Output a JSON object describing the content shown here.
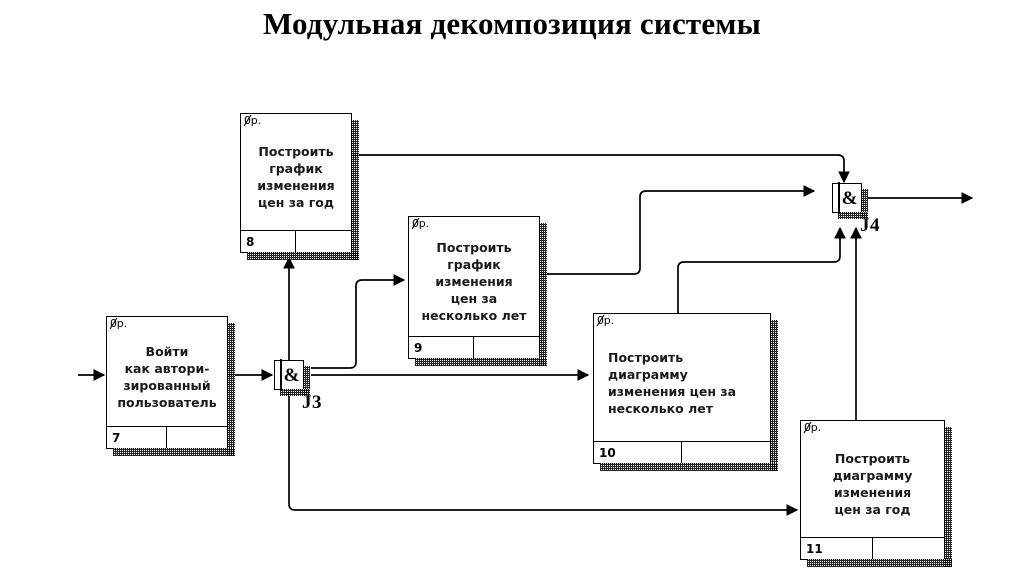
{
  "page": {
    "title": "Модульная декомпозиция системы",
    "background": "#ffffff",
    "line_color": "#000000"
  },
  "diagram": {
    "type": "idef0-decomposition",
    "corner_tag": "0р.",
    "nodes": [
      {
        "id": "n7",
        "number": "7",
        "tag": "0р.",
        "text": "Войти\nкак автори-\nзированный\nпользователь",
        "align": "center"
      },
      {
        "id": "n8",
        "number": "8",
        "tag": "0р.",
        "text": "Построить\nграфик\nизменения\nцен за год",
        "align": "center"
      },
      {
        "id": "n9",
        "number": "9",
        "tag": "0р.",
        "text": "Построить\nграфик\nизменения\nцен за\nнесколько лет",
        "align": "center"
      },
      {
        "id": "n10",
        "number": "10",
        "tag": "0р.",
        "text": "Построить диаграмму\nизменения цен за\nнесколько лет",
        "align": "left"
      },
      {
        "id": "n11",
        "number": "11",
        "tag": "0р.",
        "text": "Построить\nдиаграмму\nизменения\nцен за год",
        "align": "center"
      }
    ],
    "junctions": [
      {
        "id": "j3",
        "symbol": "&",
        "label": "J3"
      },
      {
        "id": "j4",
        "symbol": "&",
        "label": "J4"
      }
    ]
  }
}
